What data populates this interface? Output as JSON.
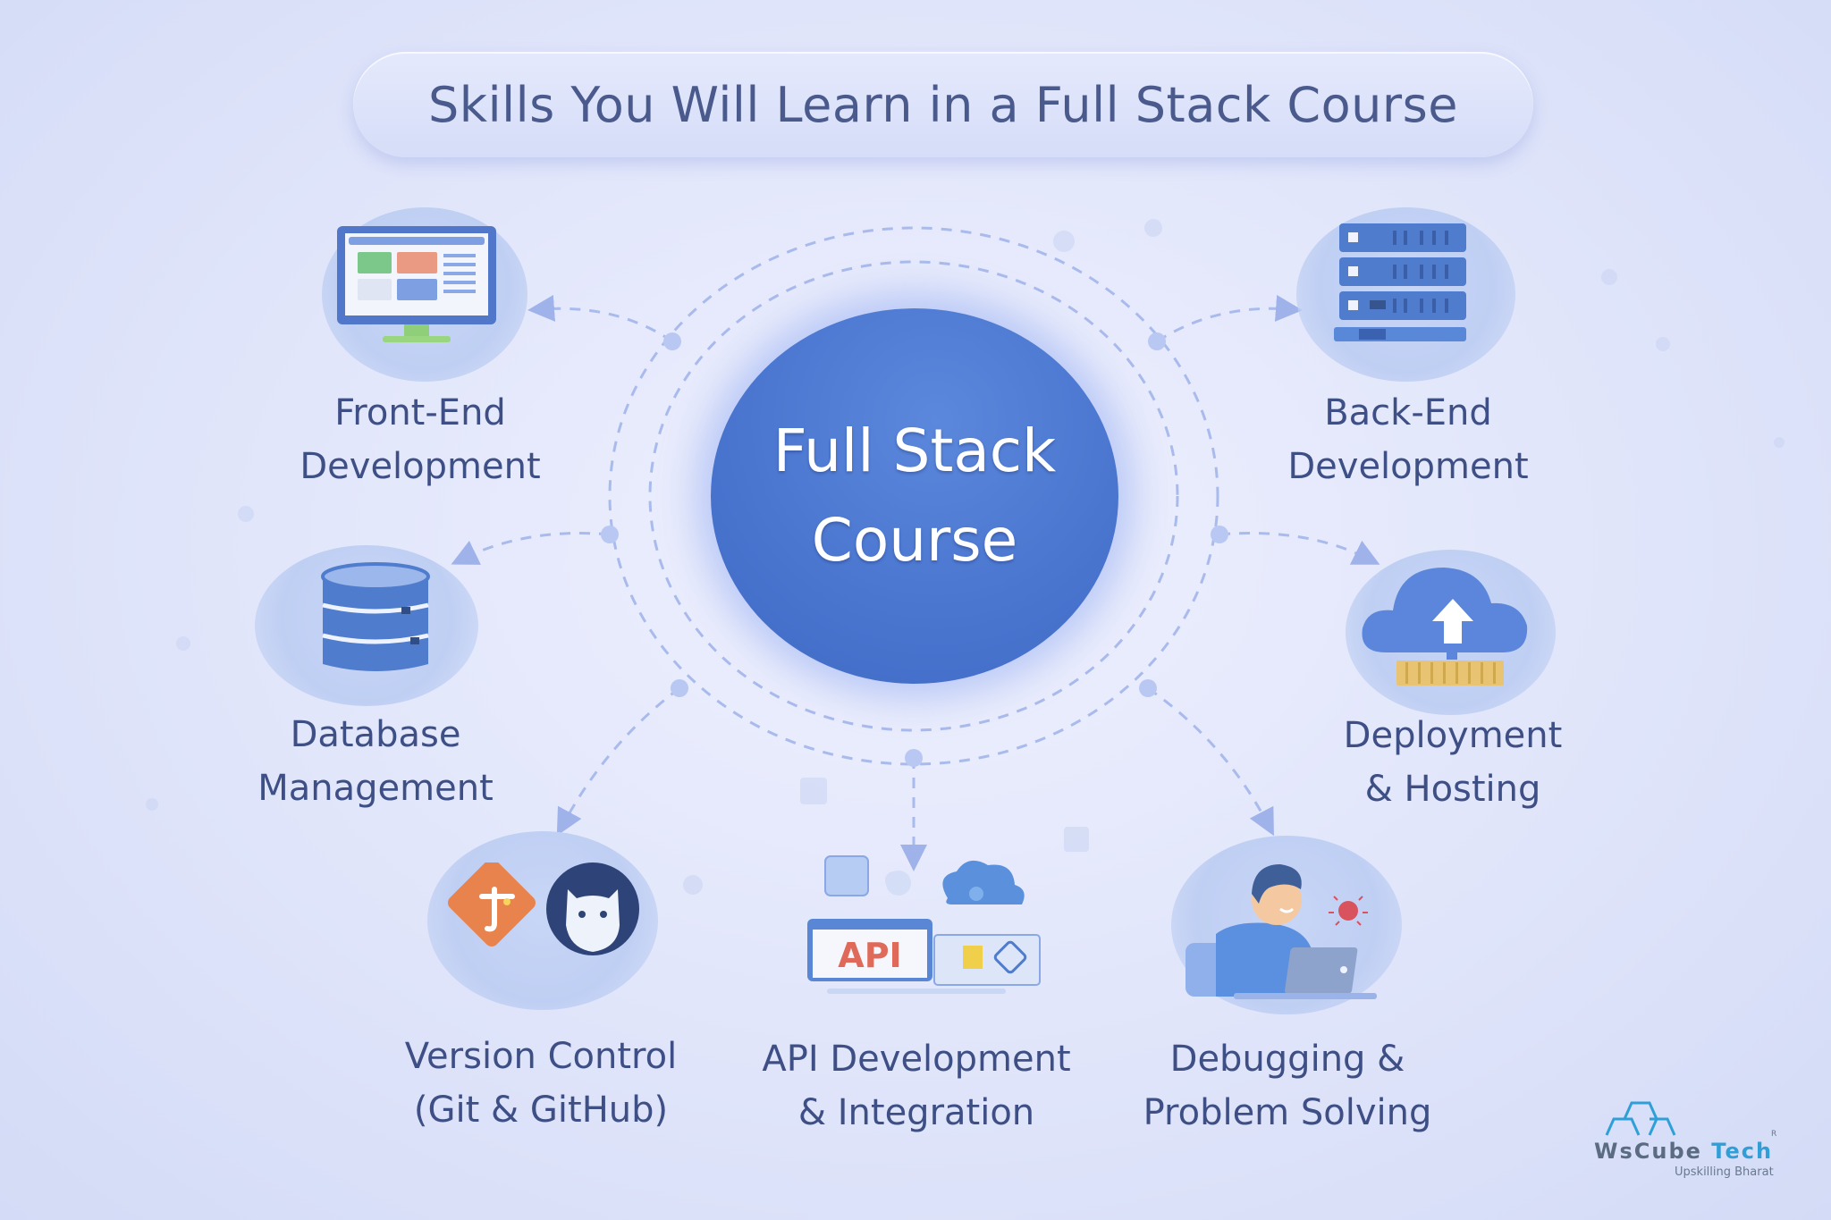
{
  "title": "Skills You Will Learn in a Full Stack Course",
  "hub": {
    "line1": "Full Stack",
    "line2": "Course",
    "color": "#4a76d0"
  },
  "skills": [
    {
      "id": "front-end",
      "line1": "Front-End",
      "line2": "Development",
      "icon": "monitor-icon"
    },
    {
      "id": "back-end",
      "line1": "Back-End",
      "line2": "Development",
      "icon": "server-icon"
    },
    {
      "id": "database",
      "line1": "Database",
      "line2": "Management",
      "icon": "database-icon"
    },
    {
      "id": "deployment",
      "line1": "Deployment",
      "line2": "& Hosting",
      "icon": "cloud-upload-icon"
    },
    {
      "id": "version-control",
      "line1": "Version Control",
      "line2": "(Git & GitHub)",
      "icon": "git-github-icon"
    },
    {
      "id": "api",
      "line1": "API Development",
      "line2": "& Integration",
      "icon": "api-icon",
      "icon_text": "API"
    },
    {
      "id": "debugging",
      "line1": "Debugging &",
      "line2": "Problem Solving",
      "icon": "developer-bug-icon"
    }
  ],
  "logo": {
    "brand_part1": "WsCube",
    "brand_part2": "Tech",
    "registered": "R",
    "tagline": "Upskilling Bharat"
  },
  "colors": {
    "text": "#3e4f86",
    "accent": "#4a76d0",
    "background": "#e3e7fb"
  }
}
